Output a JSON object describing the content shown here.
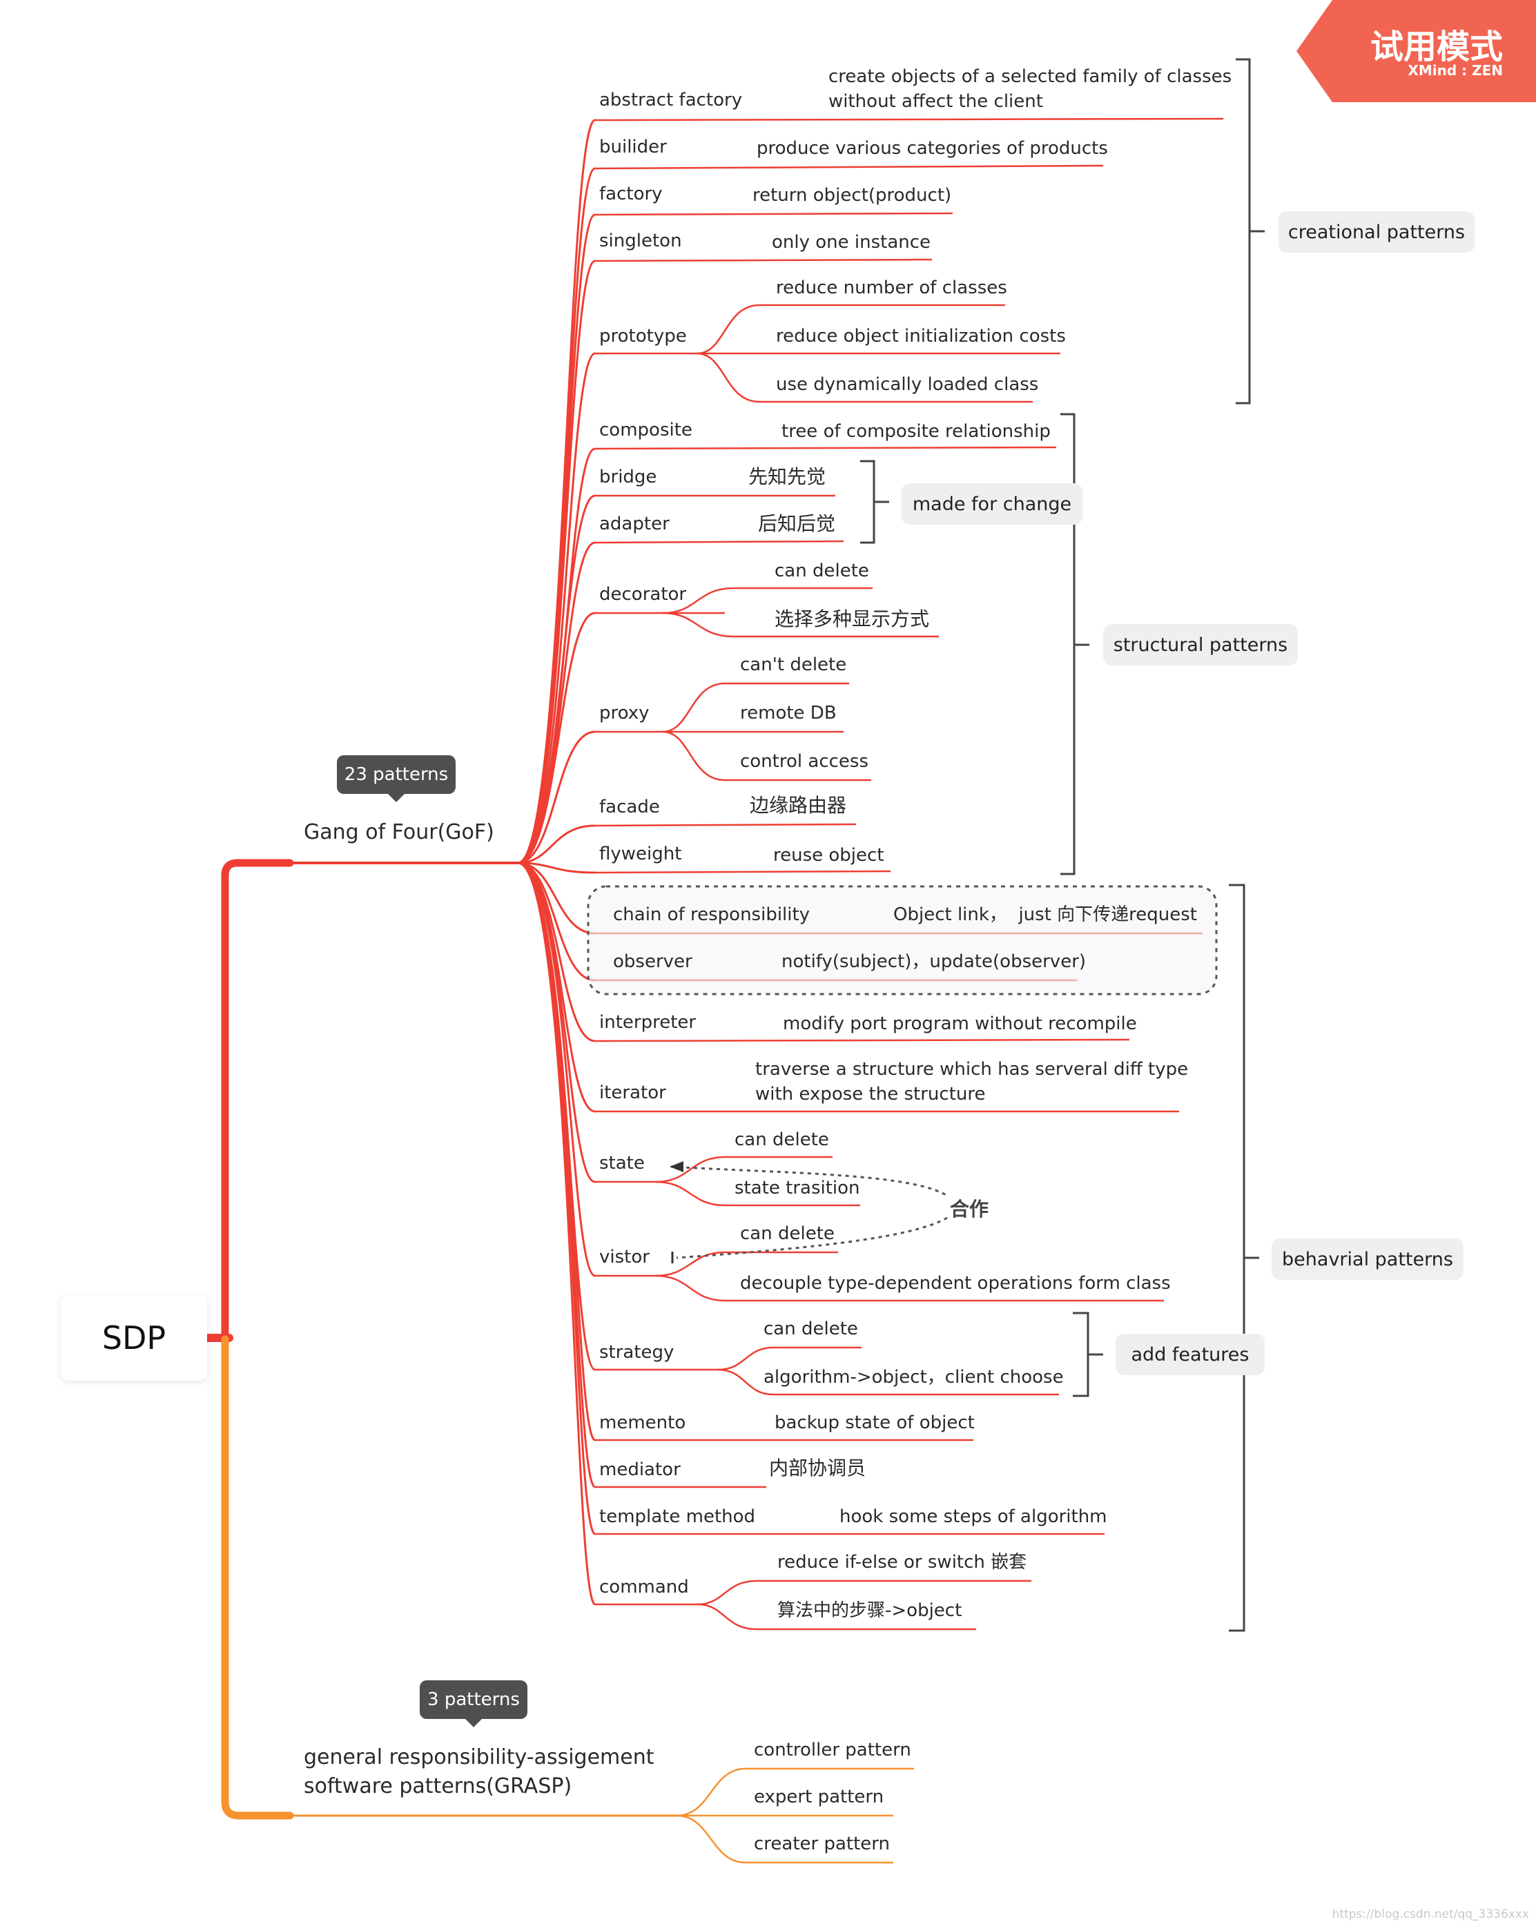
{
  "root": {
    "label": "SDP"
  },
  "branches": {
    "gof": {
      "title": "Gang of Four(GoF)",
      "badge": "23 patterns"
    },
    "grasp": {
      "title_line1": "general responsibility-assigement",
      "title_line2": "software patterns(GRASP)",
      "badge": "3 patterns"
    }
  },
  "patterns": {
    "abstract_factory": {
      "name": "abstract factory",
      "desc1": "create objects of a selected family of classes",
      "desc2": "without affect the client"
    },
    "builider": {
      "name": "builider",
      "desc": "produce various categories of products"
    },
    "factory": {
      "name": "factory",
      "desc": "return object(product)"
    },
    "singleton": {
      "name": "singleton",
      "desc": "only one instance"
    },
    "prototype": {
      "name": "prototype",
      "subs": [
        "reduce number of classes",
        "reduce object initialization costs",
        "use dynamically loaded class"
      ]
    },
    "composite": {
      "name": "composite",
      "desc": "tree of composite relationship"
    },
    "bridge": {
      "name": "bridge",
      "desc": "先知先觉"
    },
    "adapter": {
      "name": "adapter",
      "desc": "后知后觉"
    },
    "decorator": {
      "name": "decorator",
      "subs": [
        "can delete",
        "选择多种显示方式"
      ]
    },
    "proxy": {
      "name": "proxy",
      "subs": [
        "can't delete",
        "remote DB",
        "control access"
      ]
    },
    "facade": {
      "name": "facade",
      "desc": "边缘路由器"
    },
    "flyweight": {
      "name": "flyweight",
      "desc": "reuse object"
    },
    "chain": {
      "name": "chain of responsibility",
      "desc": "Object link，  just 向下传递request"
    },
    "observer": {
      "name": "observer",
      "desc": "notify(subject)，update(observer)"
    },
    "interpreter": {
      "name": "interpreter",
      "desc": "modify port program without recompile"
    },
    "iterator": {
      "name": "iterator",
      "desc1": "traverse a structure which has serveral diff type",
      "desc2": "with expose the structure"
    },
    "state": {
      "name": "state",
      "subs": [
        "can delete",
        "state trasition"
      ]
    },
    "vistor": {
      "name": "vistor",
      "subs": [
        "can delete",
        "decouple type-dependent operations form class"
      ]
    },
    "strategy": {
      "name": "strategy",
      "subs": [
        "can delete",
        "algorithm->object，client choose"
      ]
    },
    "memento": {
      "name": "memento",
      "desc": "backup state of object"
    },
    "mediator": {
      "name": "mediator",
      "desc": "内部协调员"
    },
    "template_method": {
      "name": "template method",
      "desc": "hook some steps of algorithm"
    },
    "command": {
      "name": "command",
      "subs": [
        "reduce if-else or switch 嵌套",
        "算法中的步骤->object"
      ]
    }
  },
  "grasp_patterns": [
    "controller pattern",
    "expert pattern",
    "creater pattern"
  ],
  "categories": {
    "creational": "creational patterns",
    "structural": "structural patterns",
    "behavioral": "behavrial patterns",
    "made_for_change": "made for change",
    "add_features": "add features"
  },
  "relationship": {
    "label": "合作"
  },
  "trial_badge": {
    "title": "试用模式",
    "sub": "XMind : ZEN"
  },
  "watermark": "https://blog.csdn.net/qq_3336xxx",
  "colors": {
    "gof": "#ee3e33",
    "grasp": "#f7922e",
    "trial": "#f26452",
    "badge": "#4f4f4f",
    "category_bg": "#efefef",
    "bracket": "#444444"
  }
}
